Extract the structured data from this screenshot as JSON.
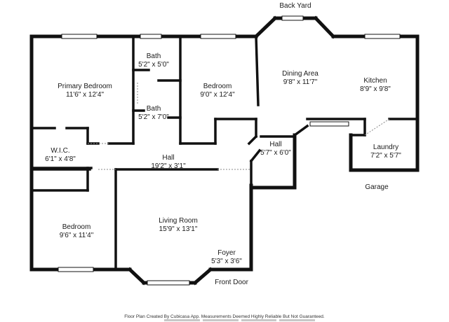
{
  "rooms": [
    {
      "name": "Primary Bedroom",
      "dims": "11'6\" x 12'4\""
    },
    {
      "name": "Bath",
      "dims": "5'2\" x 5'0\""
    },
    {
      "name": "Bath",
      "dims": "5'2\" x 7'0\""
    },
    {
      "name": "Bedroom",
      "dims": "9'0\" x 12'4\""
    },
    {
      "name": "Dining Area",
      "dims": "9'8\" x 11'7\""
    },
    {
      "name": "Kitchen",
      "dims": "8'9\" x 9'8\""
    },
    {
      "name": "W.I.C.",
      "dims": "6'1\" x 4'8\""
    },
    {
      "name": "Hall",
      "dims": "19'2\" x 3'1\""
    },
    {
      "name": "Hall",
      "dims": "5'7\" x 6'0\""
    },
    {
      "name": "Laundry",
      "dims": "7'2\" x 5'7\""
    },
    {
      "name": "Bedroom",
      "dims": "9'6\" x 11'4\""
    },
    {
      "name": "Living Room",
      "dims": "15'9\" x 13'1\""
    },
    {
      "name": "Foyer",
      "dims": "5'3\" x 3'6\""
    }
  ],
  "labels": {
    "back_yard": "Back Yard",
    "garage": "Garage",
    "front_door": "Front Door"
  },
  "footer": "Floor Plan Created By Cubicasa App. Measurements Deemed Highly Reliable But Not Guaranteed.",
  "colors": {
    "wall": "#111111",
    "window": "#ffffff"
  }
}
